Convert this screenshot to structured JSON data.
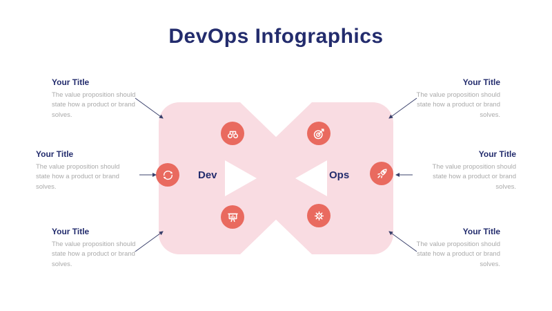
{
  "header": {
    "title": "DevOps Infographics"
  },
  "center": {
    "dev": "Dev",
    "ops": "Ops"
  },
  "colors": {
    "navy": "#232c6d",
    "pink": "#f9dce2",
    "coral": "#e96a5f",
    "body_gray": "#a9a9a9",
    "arrow": "#39406b"
  },
  "items": [
    {
      "id": "top-left",
      "title": "Your Title",
      "body": "The value proposition should state how a product or brand solves.",
      "icon": "binoculars-icon"
    },
    {
      "id": "middle-left",
      "title": "Your Title",
      "body": "The value proposition should state how a product or brand solves.",
      "icon": "process-arrows-icon"
    },
    {
      "id": "bottom-left",
      "title": "Your Title",
      "body": "The value proposition should state how a product or brand solves.",
      "icon": "presentation-board-icon"
    },
    {
      "id": "top-right",
      "title": "Your Title",
      "body": "The value proposition should state how a product or brand solves.",
      "icon": "target-icon"
    },
    {
      "id": "middle-right",
      "title": "Your Title",
      "body": "The value proposition should state how a product or brand solves.",
      "icon": "rocket-icon"
    },
    {
      "id": "bottom-right",
      "title": "Your Title",
      "body": "The value proposition should state how a product or brand solves.",
      "icon": "gear-icon"
    }
  ]
}
